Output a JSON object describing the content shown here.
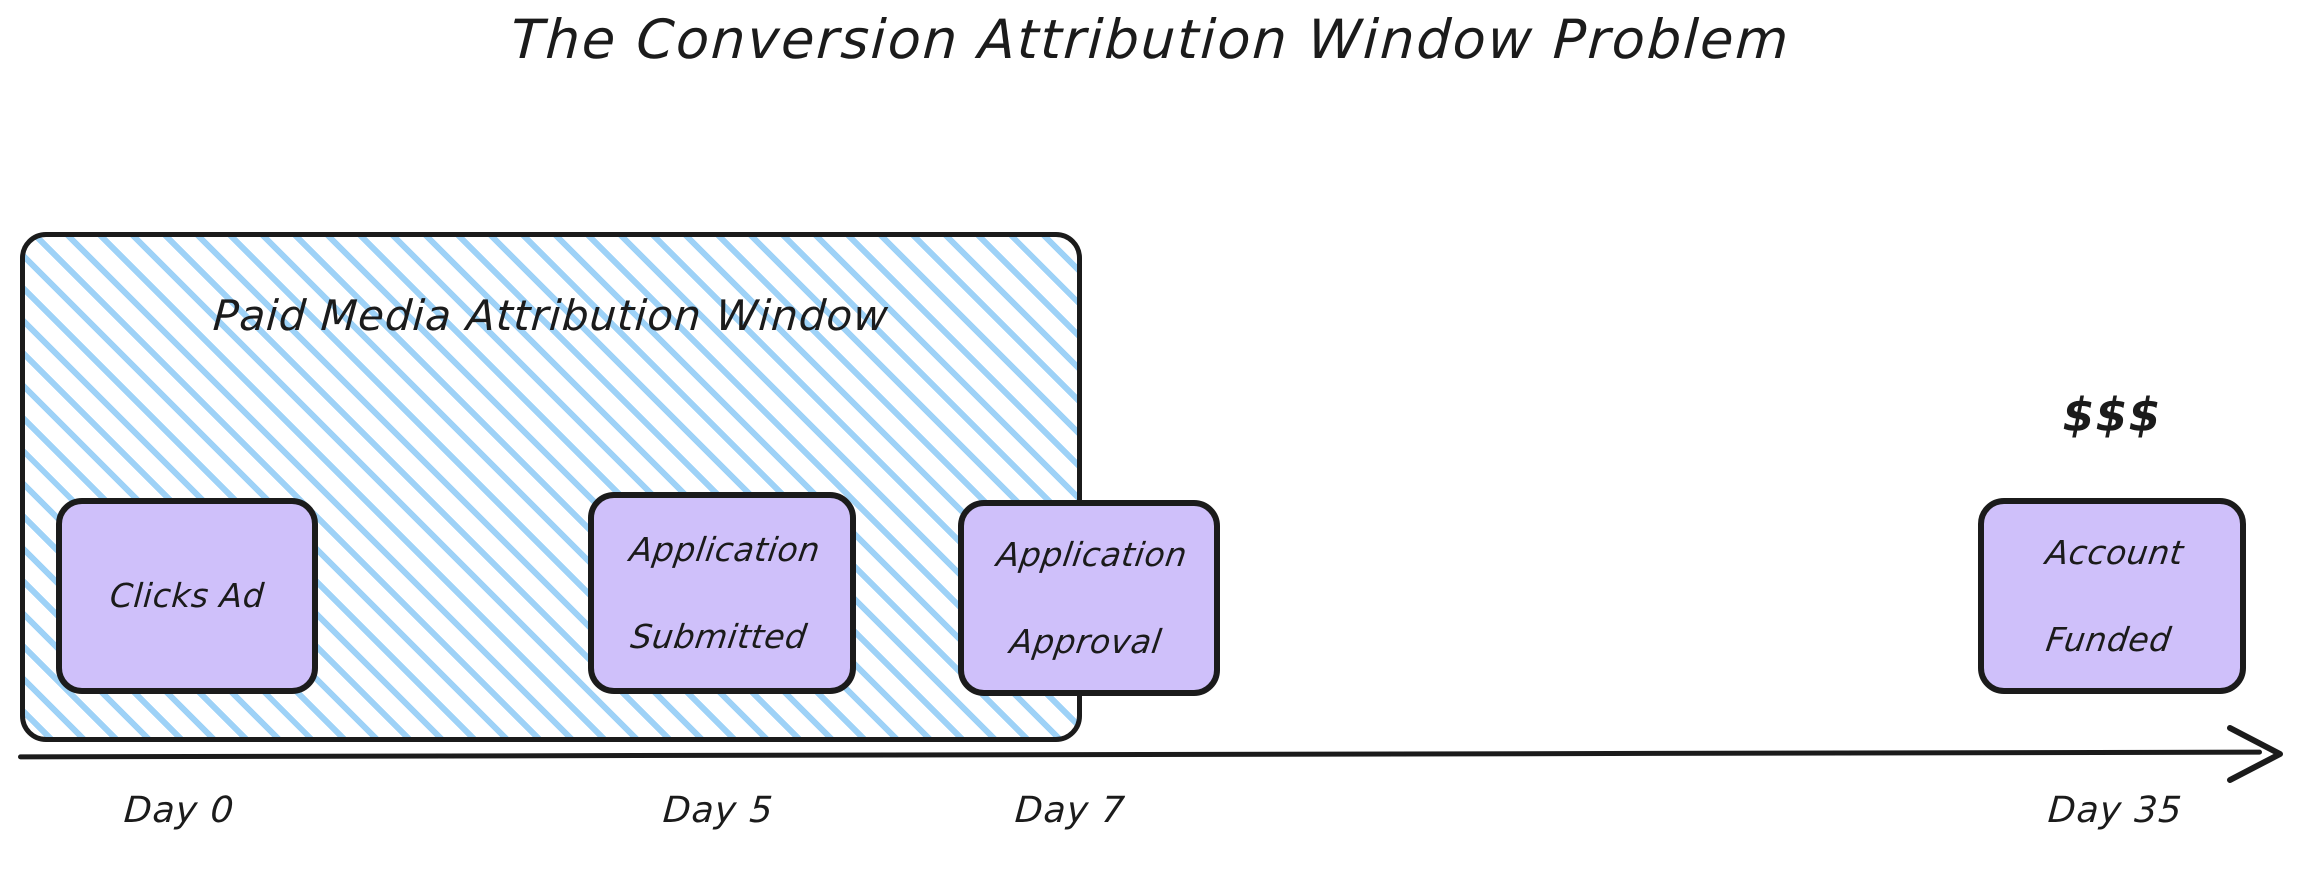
{
  "title": "The Conversion Attribution Window Problem",
  "diagram": {
    "type": "timeline",
    "attribution_window": {
      "label": "Paid Media Attribution Window",
      "fill": "#ffffff",
      "hatch_color": "#9ed2f7",
      "border_color": "#1b1b1b",
      "covers_days": [
        0,
        7
      ]
    },
    "node_fill": "#cfc0fa",
    "node_border": "#1b1b1b",
    "nodes": [
      {
        "id": "clicks-ad",
        "label": "Clicks Ad",
        "day": "Day 0",
        "inside_window": true
      },
      {
        "id": "application-submitted",
        "label": "Application\nSubmitted",
        "line1": "Application",
        "line2": "Submitted",
        "day": "Day 5",
        "inside_window": true
      },
      {
        "id": "application-approval",
        "label": "Application\nApproval",
        "line1": "Application",
        "line2": "Approval",
        "day": "Day 7",
        "inside_window": true
      },
      {
        "id": "account-funded",
        "label": "Account\nFunded",
        "line1": "Account",
        "line2": "Funded",
        "day": "Day 35",
        "inside_window": false
      }
    ],
    "money_annotation": "$$$",
    "axis": {
      "ticks": [
        "Day 0",
        "Day 5",
        "Day 7",
        "Day 35"
      ],
      "direction": "left-to-right",
      "arrowhead": true,
      "color": "#1b1b1b"
    }
  }
}
